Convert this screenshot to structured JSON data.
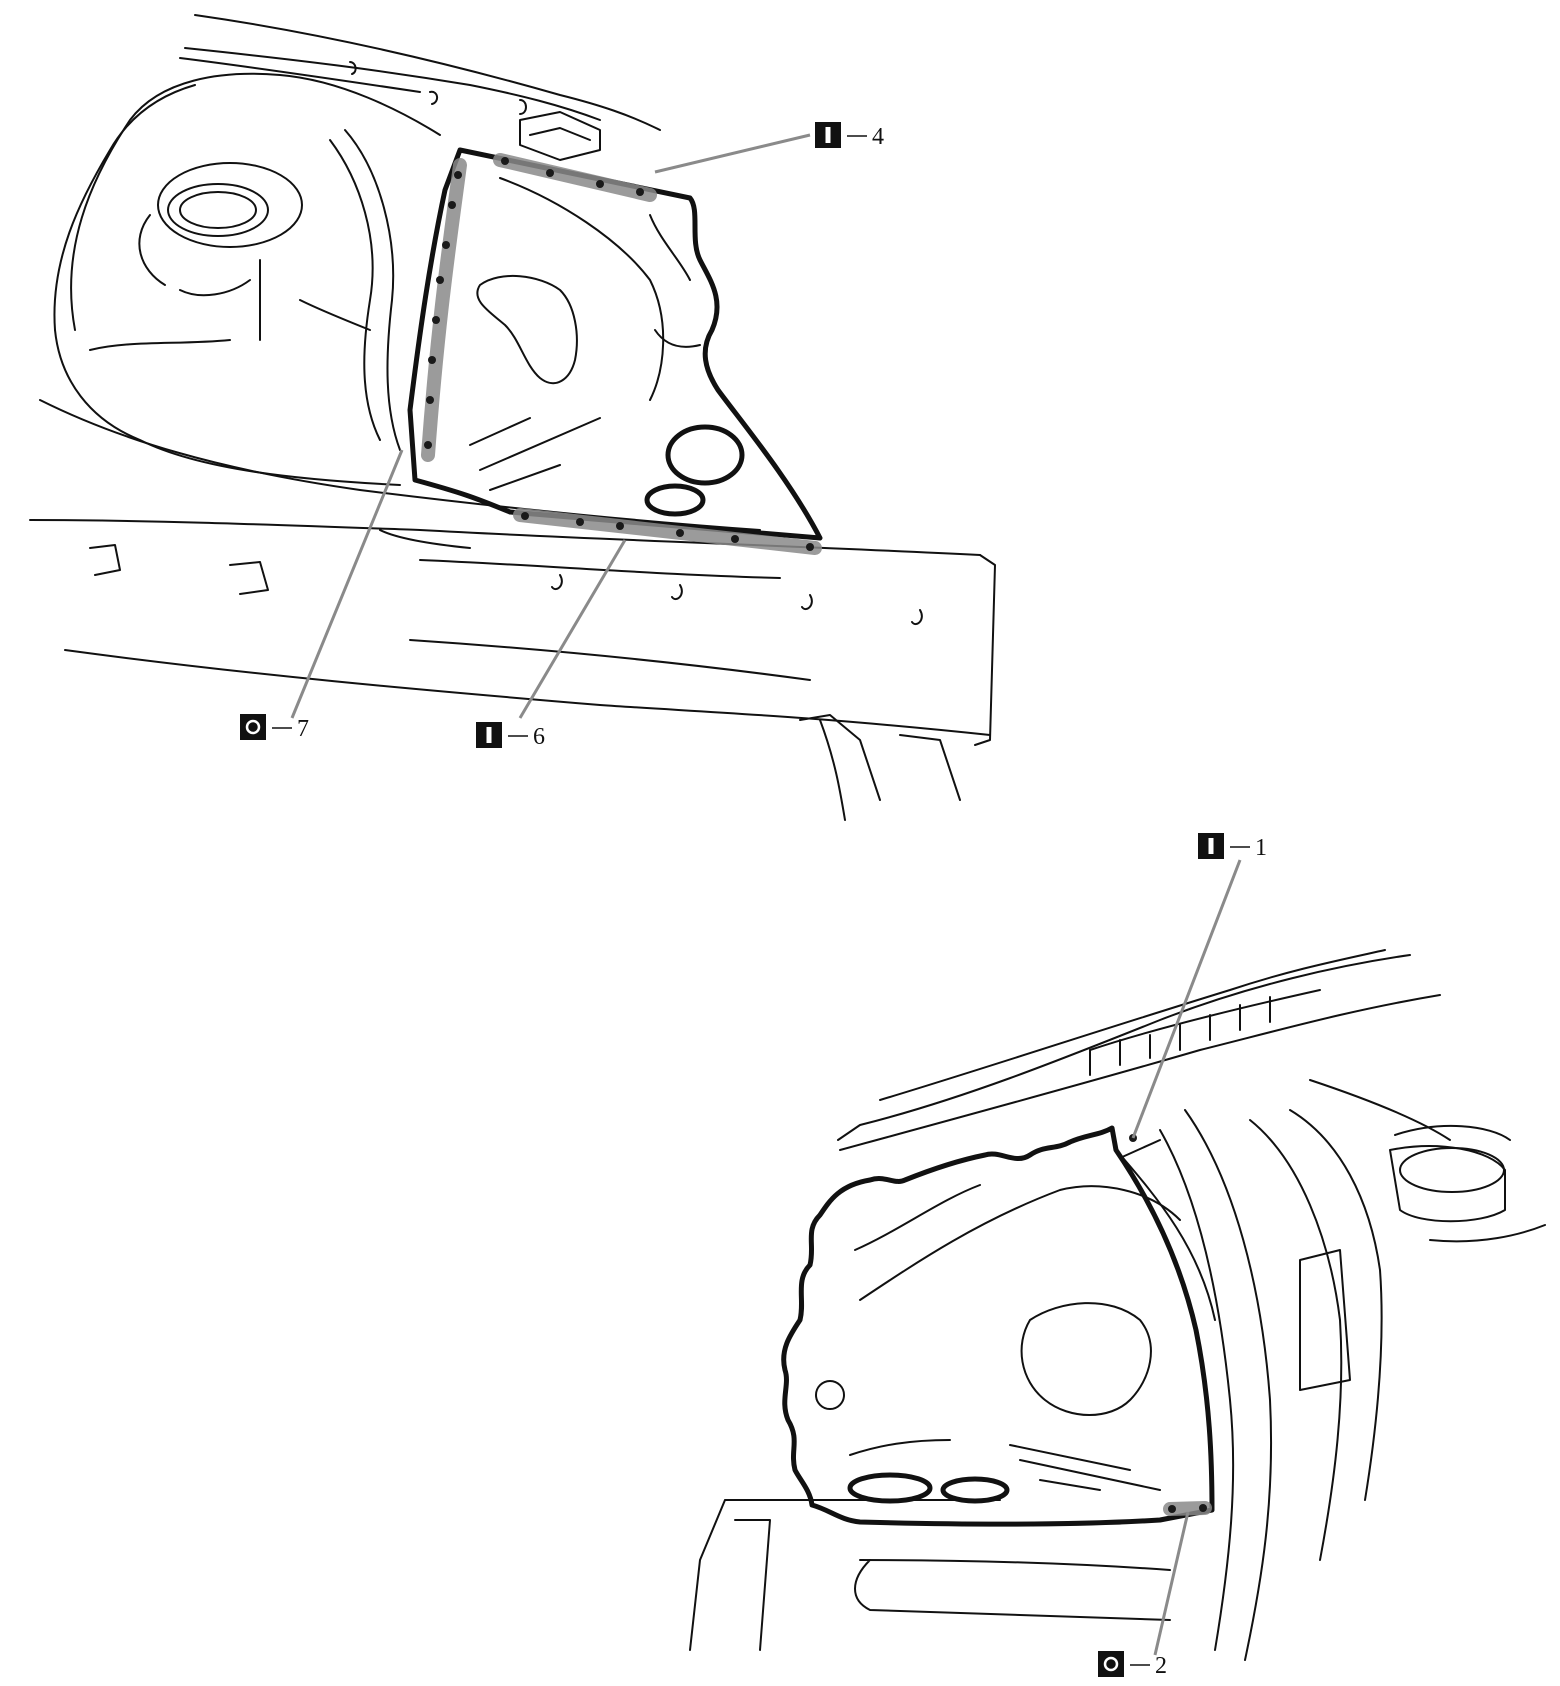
{
  "callouts": [
    {
      "id": "c4",
      "symbol": "spot-weld",
      "number": "4"
    },
    {
      "id": "c7",
      "symbol": "plug-weld",
      "number": "7"
    },
    {
      "id": "c6",
      "symbol": "spot-weld",
      "number": "6"
    },
    {
      "id": "c1",
      "symbol": "spot-weld",
      "number": "1"
    },
    {
      "id": "c2",
      "symbol": "plug-weld",
      "number": "2"
    }
  ],
  "colors": {
    "line": "#111111",
    "weld_highlight": "#8a8a8a",
    "background": "#ffffff"
  }
}
